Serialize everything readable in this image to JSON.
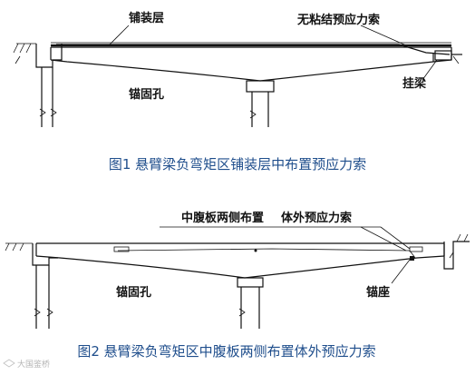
{
  "figure1": {
    "label_pavement": "铺装层",
    "label_unbonded_tendon": "无粘结预应力索",
    "label_anchor_hole": "锚固孔",
    "label_hanging_beam": "挂梁",
    "caption": "图1 悬臂梁负弯矩区铺装层中布置预应力索"
  },
  "figure2": {
    "label_web_sides": "中腹板两侧布置",
    "label_external_tendon": "体外预应力索",
    "label_anchor_hole": "锚固孔",
    "label_anchor_block": "锚座",
    "caption": "图2 悬臂梁负弯矩区中腹板两侧布置体外预应力索"
  },
  "watermark": "大国鉴桥"
}
